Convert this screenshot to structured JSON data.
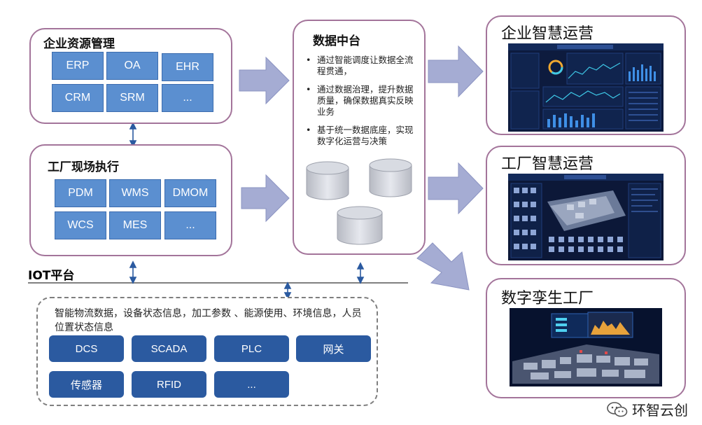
{
  "enterprise": {
    "title": "企业资源管理",
    "systems": [
      "ERP",
      "OA",
      "EHR",
      "CRM",
      "SRM",
      "..."
    ]
  },
  "factory": {
    "title": "工厂现场执行",
    "systems": [
      "PDM",
      "WMS",
      "DMOM",
      "WCS",
      "MES",
      "..."
    ]
  },
  "data_center": {
    "title": "数据中台",
    "bullets": [
      "通过智能调度让数据全流程贯通，",
      "通过数据治理，提升数据质量，确保数据真实反映业务",
      "基于统一数据底座，实现数字化运营与决策"
    ]
  },
  "iot": {
    "title": "IOT平台",
    "description": "智能物流数据，设备状态信息，加工参数 、能源使用、环境信息，人员位置状态信息",
    "devices": [
      "DCS",
      "SCADA",
      "PLC",
      "网关",
      "传感器",
      "RFID",
      "..."
    ]
  },
  "outputs": [
    {
      "title": "企业智慧运营"
    },
    {
      "title": "工厂智慧运营"
    },
    {
      "title": "数字孪生工厂"
    }
  ],
  "watermark": "环智云创"
}
